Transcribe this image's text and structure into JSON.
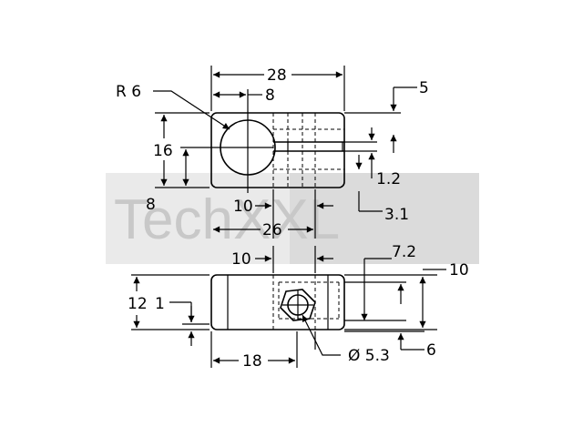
{
  "watermark": {
    "text": "TechXXL",
    "color": "#c8c8c8"
  },
  "top_view": {
    "labels": {
      "width_28": "28",
      "offset_8": "8",
      "radius": "R 6",
      "thickness_5": "5",
      "height_16": "16",
      "center_8": "8",
      "slot_1_2": "1.2",
      "slot_3_1": "3.1",
      "offset_10": "10",
      "length_26": "26"
    }
  },
  "side_view": {
    "labels": {
      "offset_10": "10",
      "height_7_2": "7.2",
      "height_10": "10",
      "height_12": "12",
      "height_1": "1",
      "hole_dia": "Ø 5.3",
      "depth_6": "6",
      "width_18": "18"
    }
  }
}
